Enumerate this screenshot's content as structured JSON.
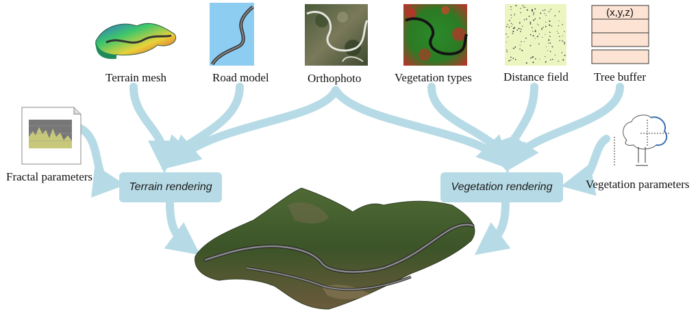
{
  "inputs": {
    "terrain_mesh": "Terrain mesh",
    "road_model": "Road model",
    "orthophoto": "Orthophoto",
    "vegetation_types": "Vegetation types",
    "distance_field": "Distance field",
    "tree_buffer": "Tree buffer",
    "tree_buffer_cell": "(x,y,z)",
    "fractal_parameters": "Fractal parameters",
    "vegetation_parameters": "Vegetation parameters"
  },
  "stages": {
    "terrain_rendering": "Terrain rendering",
    "vegetation_rendering": "Vegetation rendering"
  },
  "colors": {
    "arrow": "#b7dbe6",
    "stage_box": "#b7dbe6",
    "terrain_green": "#3d5a2a",
    "road": "#8a8a8a",
    "sky_blue": "#8ecdf2",
    "buffer_fill": "#fde3d3"
  }
}
